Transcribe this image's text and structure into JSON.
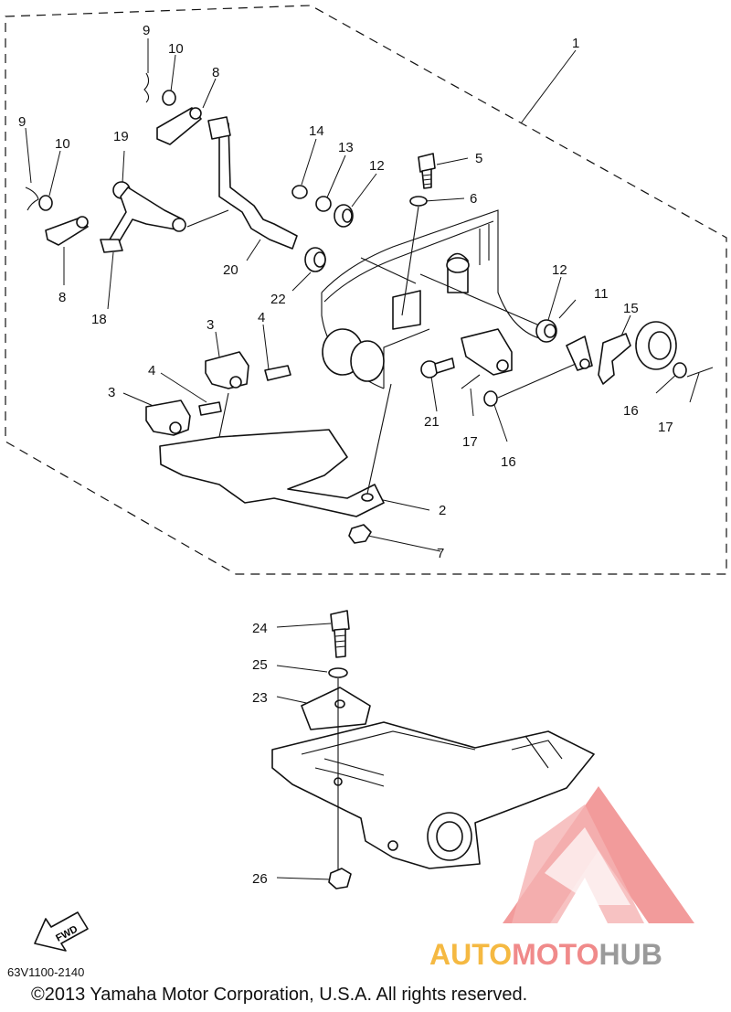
{
  "diagram": {
    "callouts": [
      {
        "id": "c1",
        "label": "1"
      },
      {
        "id": "c2",
        "label": "2"
      },
      {
        "id": "c3a",
        "label": "3"
      },
      {
        "id": "c3b",
        "label": "3"
      },
      {
        "id": "c4a",
        "label": "4"
      },
      {
        "id": "c4b",
        "label": "4"
      },
      {
        "id": "c5",
        "label": "5"
      },
      {
        "id": "c6",
        "label": "6"
      },
      {
        "id": "c7",
        "label": "7"
      },
      {
        "id": "c8a",
        "label": "8"
      },
      {
        "id": "c8b",
        "label": "8"
      },
      {
        "id": "c9a",
        "label": "9"
      },
      {
        "id": "c9b",
        "label": "9"
      },
      {
        "id": "c10a",
        "label": "10"
      },
      {
        "id": "c10b",
        "label": "10"
      },
      {
        "id": "c11",
        "label": "11"
      },
      {
        "id": "c12a",
        "label": "12"
      },
      {
        "id": "c12b",
        "label": "12"
      },
      {
        "id": "c13",
        "label": "13"
      },
      {
        "id": "c14",
        "label": "14"
      },
      {
        "id": "c15",
        "label": "15"
      },
      {
        "id": "c16a",
        "label": "16"
      },
      {
        "id": "c16b",
        "label": "16"
      },
      {
        "id": "c17a",
        "label": "17"
      },
      {
        "id": "c17b",
        "label": "17"
      },
      {
        "id": "c18",
        "label": "18"
      },
      {
        "id": "c19",
        "label": "19"
      },
      {
        "id": "c20",
        "label": "20"
      },
      {
        "id": "c21",
        "label": "21"
      },
      {
        "id": "c22",
        "label": "22"
      },
      {
        "id": "c23",
        "label": "23"
      },
      {
        "id": "c24",
        "label": "24"
      },
      {
        "id": "c25",
        "label": "25"
      },
      {
        "id": "c26",
        "label": "26"
      }
    ],
    "fwd_label": "FWD",
    "drawing_code": "63V1100-2140",
    "copyright": "©2013 Yamaha Motor Corporation, U.S.A. All rights reserved."
  },
  "watermark": {
    "text_auto": "AUTO",
    "text_moto": "MOTO",
    "text_hub": "HUB",
    "color_triangle": "#f08a8a",
    "color_auto": "#f5b942",
    "color_moto": "#f08a8a",
    "color_hub": "#9a9a9a"
  }
}
